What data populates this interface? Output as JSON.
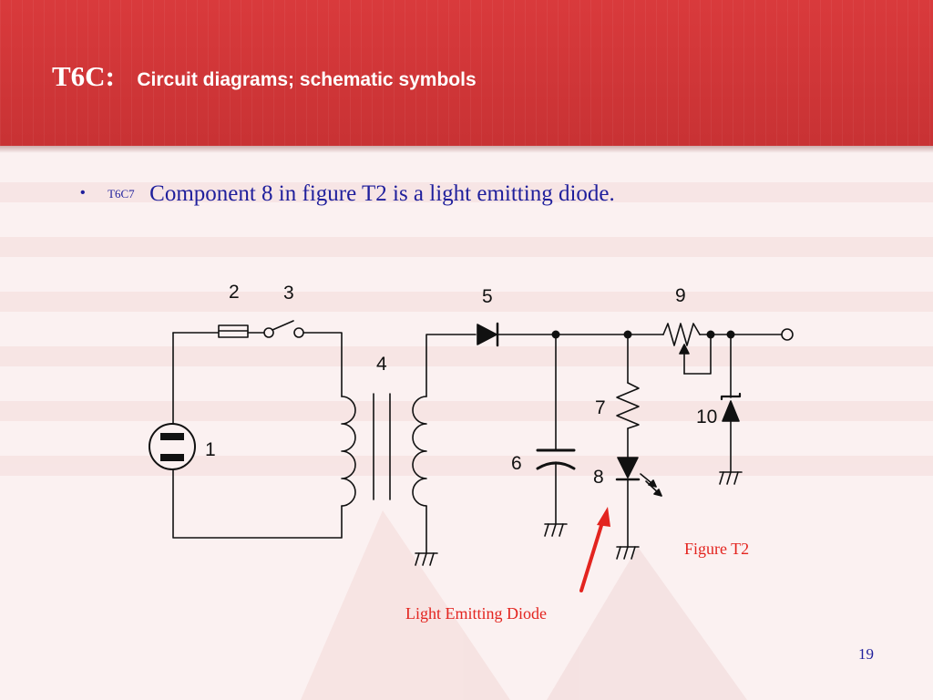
{
  "slide": {
    "title_code": "T6C:",
    "title_text": "Circuit diagrams; schematic symbols",
    "bullet": {
      "marker": "•",
      "question_id": "T6C7",
      "text": "Component 8 in figure T2 is a light emitting diode."
    },
    "page_number": "19",
    "colors": {
      "header": "#d0363a",
      "bullet_text": "#1f1f9c",
      "annotation": "#e3241f"
    }
  },
  "figure": {
    "caption": "Figure T2",
    "annotation": "Light Emitting Diode",
    "component_labels": {
      "c1": "1",
      "c2": "2",
      "c3": "3",
      "c4": "4",
      "c5": "5",
      "c6": "6",
      "c7": "7",
      "c8": "8",
      "c9": "9",
      "c10": "10"
    }
  }
}
